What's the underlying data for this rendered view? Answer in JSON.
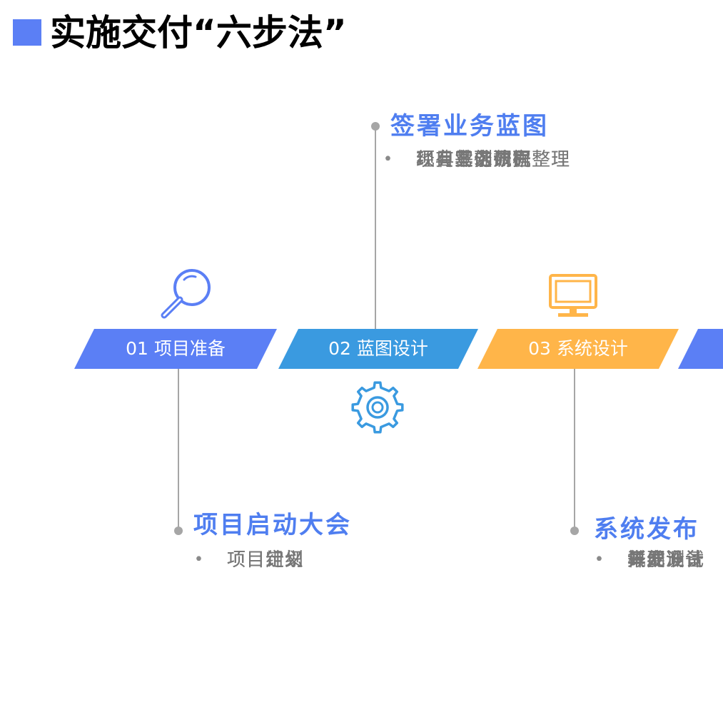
{
  "title": "实施交付“六步法”",
  "steps": [
    {
      "label": "01 项目准备",
      "color": "#5b7ff5"
    },
    {
      "label": "02 蓝图设计",
      "color": "#3a9ae0"
    },
    {
      "label": "03 系统设计",
      "color": "#ffb549"
    },
    {
      "label": "",
      "color": "#5b7ff5"
    }
  ],
  "blocks": {
    "blueprint": {
      "title": "签署业务蓝图",
      "items": [
        "项目需求调研",
        "经典案例研究",
        "现有业务流程整理",
        "现有基础数据整理"
      ]
    },
    "kickoff": {
      "title": "项目启动大会",
      "items": [
        "项目定义",
        "项目组织",
        "项目计划"
      ]
    },
    "release": {
      "title": "系统发布",
      "items": [
        "开发准备",
        "概要设计",
        "详细设计",
        "单元测试",
        "集成测试"
      ]
    }
  },
  "bullet": "•",
  "icons": {
    "search": {
      "name": "magnifier-icon",
      "color": "#5b7ff5"
    },
    "gear": {
      "name": "gear-icon",
      "color": "#3a9ae0"
    },
    "monitor": {
      "name": "monitor-icon",
      "color": "#ffb549"
    }
  },
  "colors": {
    "accent_blue": "#5b7ff5",
    "title_blue": "#4f7ef0",
    "mid_blue": "#3a9ae0",
    "orange": "#ffb549",
    "line_gray": "#a6a6a6",
    "text_gray": "#777777"
  }
}
